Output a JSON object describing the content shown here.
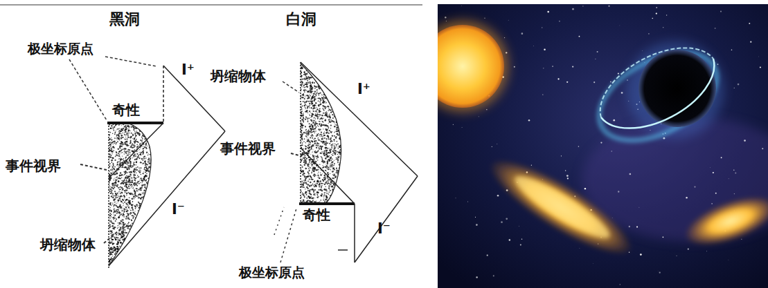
{
  "diagram": {
    "labels": [
      "黑洞",
      "极坐标原点",
      "奇性",
      "事件视界",
      "坍缩物体",
      "I⁺",
      "I⁻",
      "白洞",
      "坍缩物体",
      "I⁺",
      "事件视界",
      "奇性",
      "I⁻",
      "极坐标原点"
    ]
  }
}
